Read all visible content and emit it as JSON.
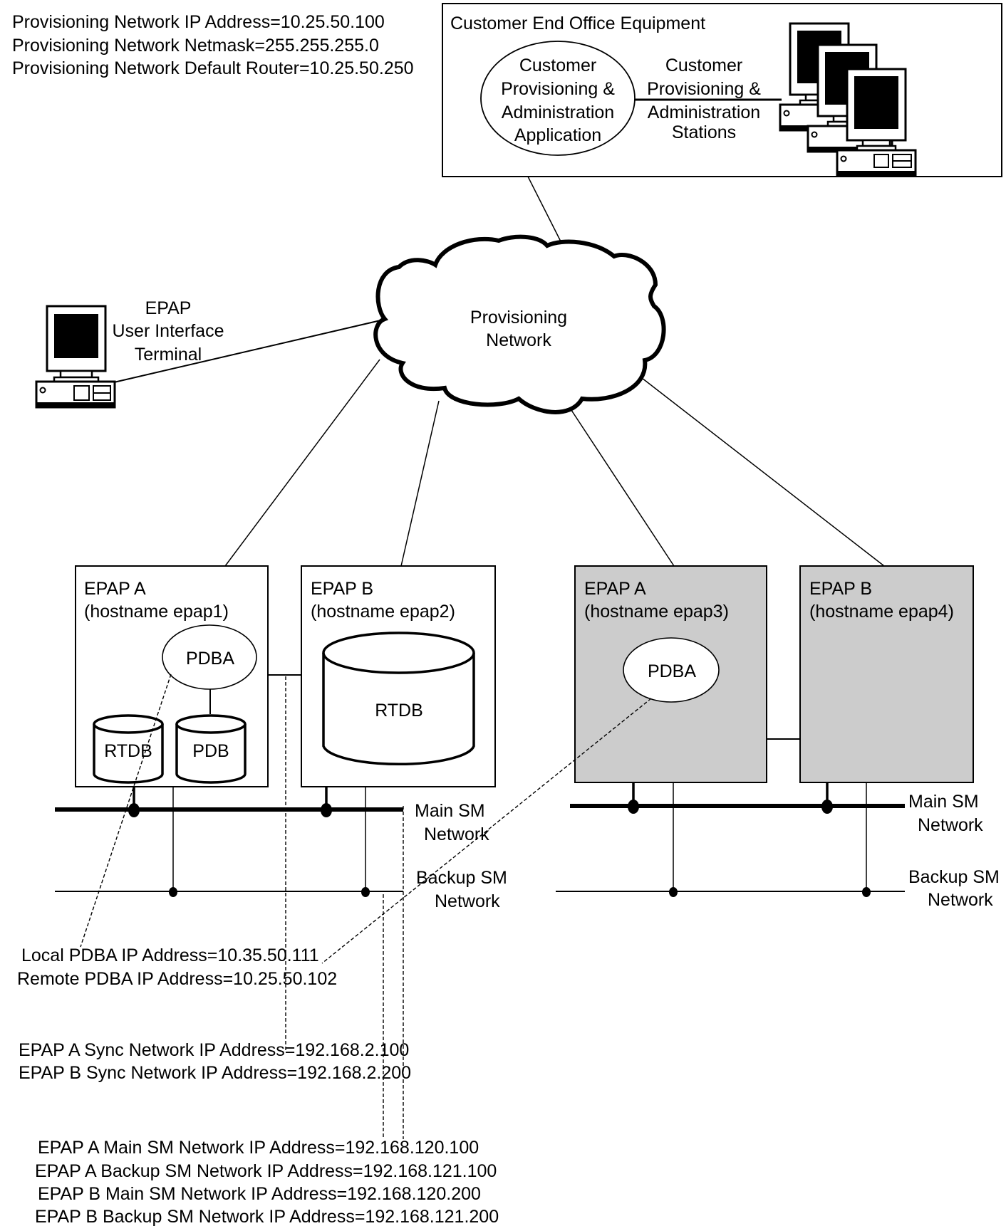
{
  "provisioning_info": {
    "lines": [
      "Provisioning Network IP Address=10.25.50.100",
      "Provisioning Network Netmask=255.255.255.0",
      "Provisioning Network Default Router=10.25.50.250"
    ]
  },
  "customer_office": {
    "title": "Customer End Office Equipment",
    "application_lines": [
      "Customer",
      "Provisioning &",
      "Administration",
      "Application"
    ],
    "stations_lines": [
      "Customer",
      "Provisioning &",
      "Administration",
      "Stations"
    ]
  },
  "cloud": {
    "lines": [
      "Provisioning",
      "Network"
    ]
  },
  "ui_terminal": {
    "lines": [
      "EPAP",
      "User Interface",
      "Terminal"
    ]
  },
  "epaps": [
    {
      "name": "EPAP A",
      "hostname": "(hostname epap1)",
      "fill": "#ffffff"
    },
    {
      "name": "EPAP B",
      "hostname": "(hostname epap2)",
      "fill": "#ffffff"
    },
    {
      "name": "EPAP A",
      "hostname": "(hostname epap3)",
      "fill": "#cccccc"
    },
    {
      "name": "EPAP B",
      "hostname": "(hostname epap4)",
      "fill": "#cccccc"
    }
  ],
  "components": {
    "pdba": "PDBA",
    "rtdb": "RTDB",
    "pdb": "PDB"
  },
  "networks": {
    "main_sm": [
      "Main SM",
      "Network"
    ],
    "backup_sm": [
      "Backup SM",
      "Network"
    ]
  },
  "pdba_addresses": [
    "Local PDBA IP Address=10.35.50.111",
    "Remote PDBA IP Address=10.25.50.102"
  ],
  "sync_addresses": [
    "EPAP A Sync Network IP Address=192.168.2.100",
    "EPAP B Sync Network IP Address=192.168.2.200"
  ],
  "sm_addresses": [
    "EPAP A Main SM Network IP Address=192.168.120.100",
    "EPAP A Backup SM Network IP Address=192.168.121.100",
    "EPAP B Main SM Network IP Address=192.168.120.200",
    "EPAP B Backup SM Network IP Address=192.168.121.200"
  ]
}
